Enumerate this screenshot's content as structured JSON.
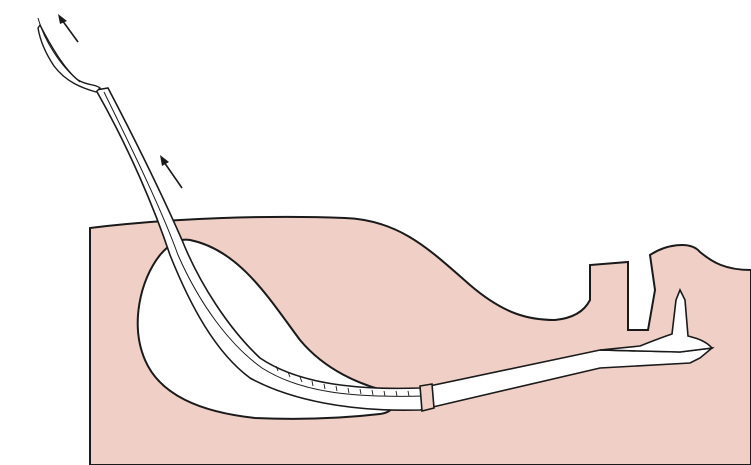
{
  "figure": {
    "colors": {
      "background": "#ffffff",
      "tissue": "#f0cfc6",
      "cavity": "#ffffff",
      "outline": "#1a1a1a",
      "tube": "#ffffff"
    },
    "parts": [
      "tissue-block",
      "cavity",
      "tube",
      "probe-tip",
      "tube-collar",
      "scale-markings",
      "pulled-strand",
      "direction-arrow-upper",
      "direction-arrow-lower",
      "right-structure"
    ]
  }
}
